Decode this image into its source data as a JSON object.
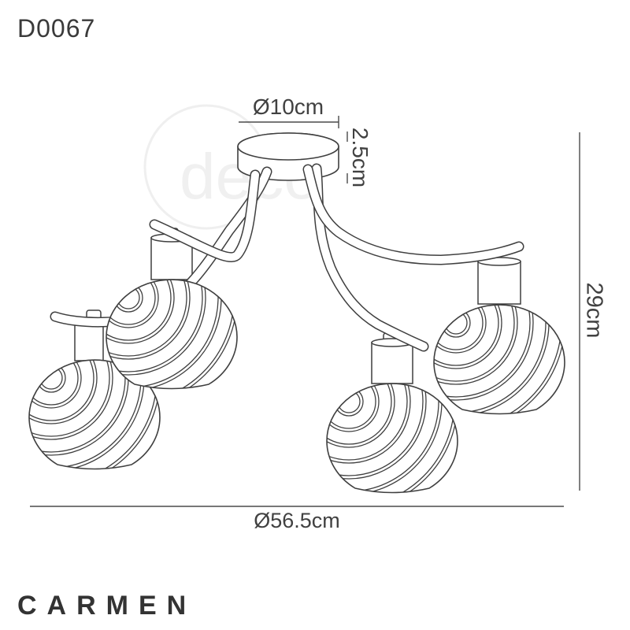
{
  "product": {
    "code": "D0067",
    "name": "CARMEN"
  },
  "dimensions": {
    "canopy_diameter": {
      "label": "Ø10cm"
    },
    "canopy_height": {
      "label": "2.5cm"
    },
    "fixture_height": {
      "label": "29cm"
    },
    "fixture_diameter": {
      "label": "Ø56.5cm"
    }
  },
  "watermark": {
    "text": "deco"
  },
  "drawing": {
    "lamp_count": 4,
    "parts": [
      "ceiling-canopy",
      "curved-arm",
      "lamp-holder",
      "swirl-glass-globe"
    ]
  },
  "colors": {
    "background": "#ffffff",
    "line": "#3f3f3f",
    "dimension_line": "#4a4a4a",
    "text": "#3a3a3a",
    "watermark": "#ececec"
  }
}
